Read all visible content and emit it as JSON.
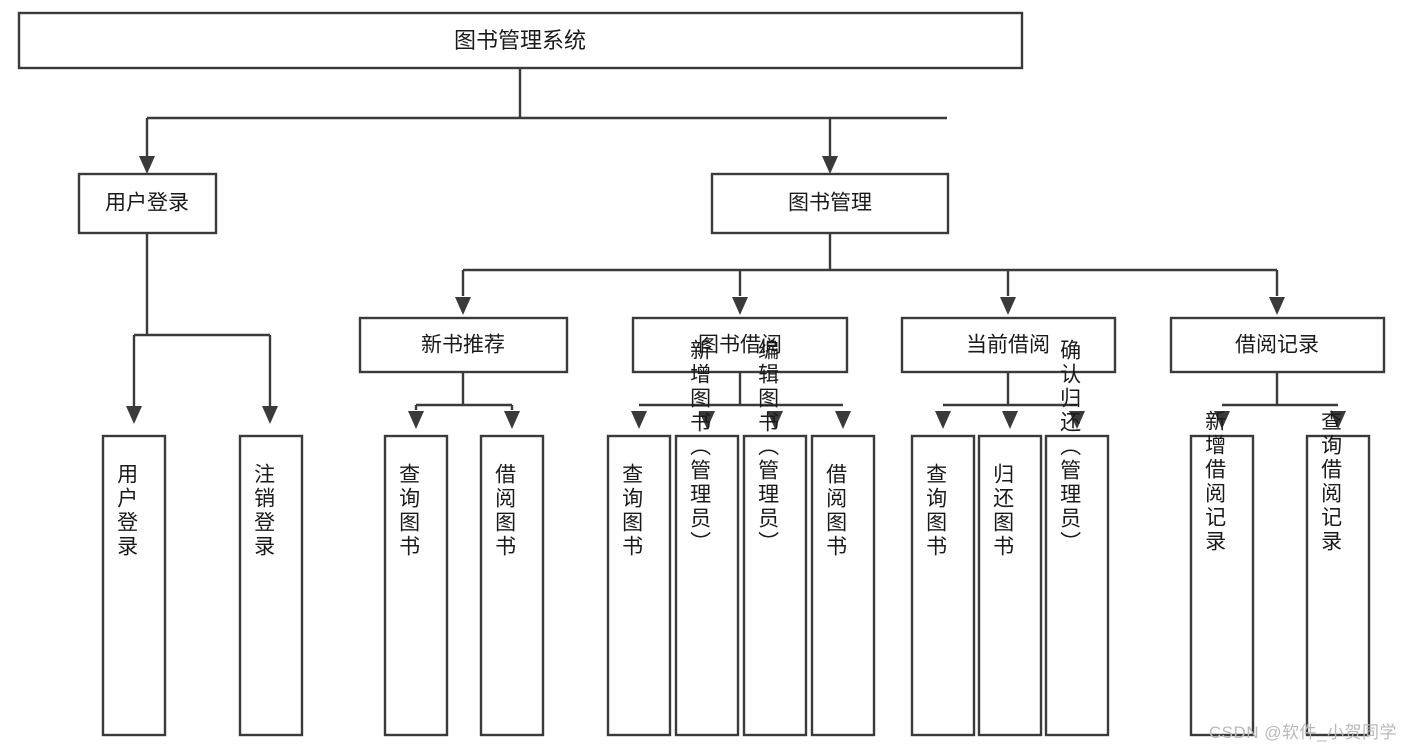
{
  "diagram": {
    "type": "tree-hierarchy",
    "title": "图书管理系统",
    "watermark": "CSDN @软件_小贺同学",
    "colors": {
      "background": "#ffffff",
      "stroke": "#3a3a3a",
      "text": "#1a1a1a",
      "watermark": "#b9b9b9"
    },
    "root": {
      "id": "root",
      "label": "图书管理系统"
    },
    "level2": [
      {
        "id": "user-login",
        "label": "用户登录"
      },
      {
        "id": "book-management",
        "label": "图书管理"
      }
    ],
    "level3": [
      {
        "id": "new-book-recommend",
        "label": "新书推荐",
        "parent": "book-management"
      },
      {
        "id": "book-borrow",
        "label": "图书借阅",
        "parent": "book-management"
      },
      {
        "id": "current-borrow",
        "label": "当前借阅",
        "parent": "book-management"
      },
      {
        "id": "borrow-record",
        "label": "借阅记录",
        "parent": "book-management"
      }
    ],
    "leaves": [
      {
        "id": "leaf-user-login",
        "label": "用户登录",
        "parent": "user-login"
      },
      {
        "id": "leaf-user-logout",
        "label": "注销登录",
        "parent": "user-login"
      },
      {
        "id": "leaf-query-book-1",
        "label": "查询图书",
        "parent": "new-book-recommend"
      },
      {
        "id": "leaf-borrow-book-1",
        "label": "借阅图书",
        "parent": "new-book-recommend"
      },
      {
        "id": "leaf-query-book-2",
        "label": "查询图书",
        "parent": "book-borrow"
      },
      {
        "id": "leaf-add-book",
        "label": "新增图书（管理员）",
        "parent": "book-borrow"
      },
      {
        "id": "leaf-edit-book",
        "label": "编辑图书（管理员）",
        "parent": "book-borrow"
      },
      {
        "id": "leaf-borrow-book-2",
        "label": "借阅图书",
        "parent": "book-borrow"
      },
      {
        "id": "leaf-query-book-3",
        "label": "查询图书",
        "parent": "current-borrow"
      },
      {
        "id": "leaf-return-book",
        "label": "归还图书",
        "parent": "current-borrow"
      },
      {
        "id": "leaf-confirm-return",
        "label": "确认归还（管理员）",
        "parent": "current-borrow"
      },
      {
        "id": "leaf-add-record",
        "label": "新增借阅记录",
        "parent": "borrow-record"
      },
      {
        "id": "leaf-query-record",
        "label": "查询借阅记录",
        "parent": "borrow-record"
      }
    ]
  }
}
